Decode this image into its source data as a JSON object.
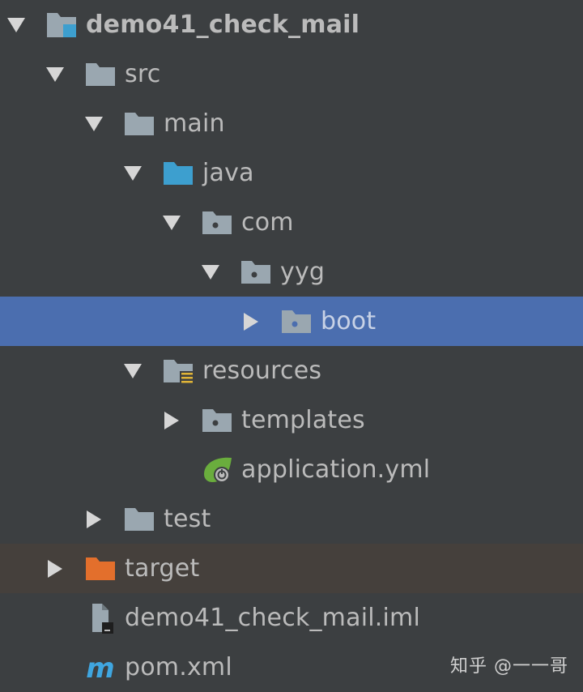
{
  "tree": {
    "rows": [
      {
        "label": "demo41_check_mail",
        "arrow": "expanded",
        "icon": "module-folder-icon",
        "bold": true
      },
      {
        "label": "src",
        "arrow": "expanded",
        "icon": "folder-icon"
      },
      {
        "label": "main",
        "arrow": "expanded",
        "icon": "folder-icon"
      },
      {
        "label": "java",
        "arrow": "expanded",
        "icon": "source-folder-icon"
      },
      {
        "label": "com",
        "arrow": "expanded",
        "icon": "package-icon"
      },
      {
        "label": "yyg",
        "arrow": "expanded",
        "icon": "package-icon"
      },
      {
        "label": "boot",
        "arrow": "collapsed",
        "icon": "package-icon",
        "selected": true
      },
      {
        "label": "resources",
        "arrow": "expanded",
        "icon": "resources-folder-icon"
      },
      {
        "label": "templates",
        "arrow": "collapsed",
        "icon": "package-icon"
      },
      {
        "label": "application.yml",
        "arrow": "none",
        "icon": "spring-config-icon"
      },
      {
        "label": "test",
        "arrow": "collapsed",
        "icon": "folder-icon"
      },
      {
        "label": "target",
        "arrow": "collapsed",
        "icon": "excluded-folder-icon",
        "excluded": true
      },
      {
        "label": "demo41_check_mail.iml",
        "arrow": "none",
        "icon": "iml-file-icon"
      },
      {
        "label": "pom.xml",
        "arrow": "none",
        "icon": "maven-icon"
      }
    ]
  },
  "watermark": "知乎 @一一哥",
  "colors": {
    "background": "#3c3f41",
    "selection": "#4b6eaf",
    "excluded_row": "#45403c",
    "folder": "#9aa7b0",
    "source_folder": "#3d9fcf",
    "excluded_folder": "#e36f2c",
    "spring_green": "#6aad3d",
    "maven_blue": "#3fa6e0"
  }
}
